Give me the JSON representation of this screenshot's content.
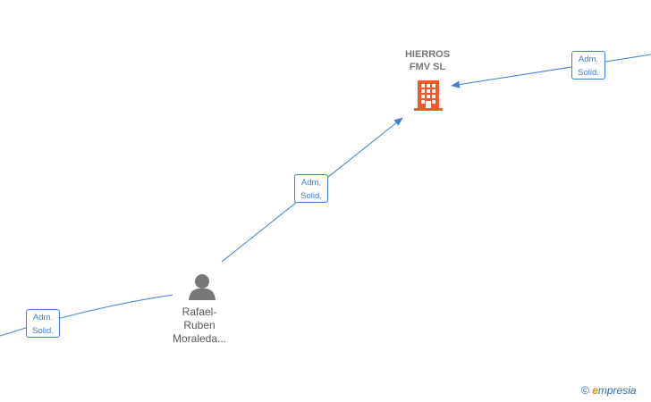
{
  "company": {
    "name": "HIERROS\nFMV  SL",
    "icon": "building-icon",
    "color": "#ef5a2a"
  },
  "person": {
    "name": "Rafael-\nRuben\nMoraleda...",
    "icon": "person-icon",
    "color": "#777777"
  },
  "relations": [
    {
      "label": "Adm.\nSolid."
    },
    {
      "label": "Adm.\nSolid."
    },
    {
      "label": "Adm.\nSolid."
    }
  ],
  "link_color": "#3d7fd1",
  "brand": {
    "copyright": "©",
    "e": "e",
    "rest": "mpresia"
  }
}
